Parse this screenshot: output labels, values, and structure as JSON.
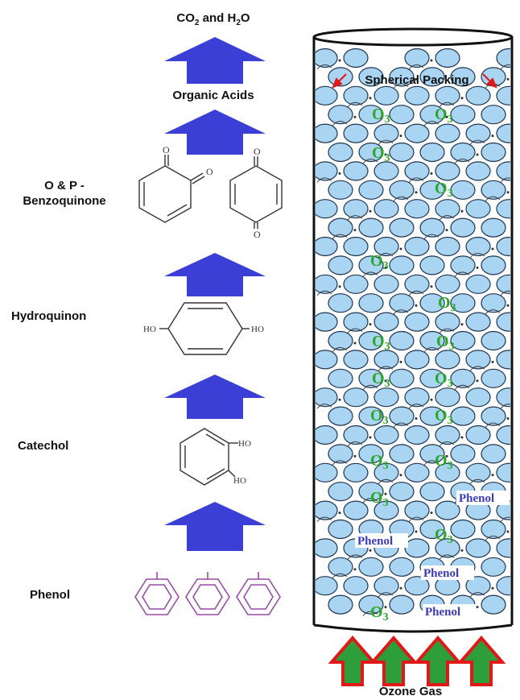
{
  "pathway": {
    "top_label_parts": [
      "CO",
      "2",
      " and H",
      "2",
      "O"
    ],
    "organic_acids": "Organic Acids",
    "benzoquinone_line1": "O & P -",
    "benzoquinone_line2": "Benzoquinone",
    "hydroquinon": "Hydroquinon",
    "catechol": "Catechol",
    "phenol": "Phenol"
  },
  "molecule_atoms": {
    "oxygen": "O",
    "hydroxyl": "HO"
  },
  "reactor": {
    "packing_label": "Spherical Packing",
    "ozone_label": "O",
    "ozone_subscript": "3",
    "phenol_label": "Phenol",
    "gas_label": "Ozone Gas"
  },
  "colors": {
    "arrow_blue": "#3b3fd6",
    "bead_fill": "#a9d4f2",
    "bead_stroke": "#1f3550",
    "ozone_green": "#2aa82a",
    "phenol_blue": "#3a3ab8",
    "phenol_ring": "#9a4aa8",
    "gas_arrow_green": "#2e9e3a",
    "gas_arrow_red": "#e01818",
    "packing_arrow_red": "#e01818"
  }
}
